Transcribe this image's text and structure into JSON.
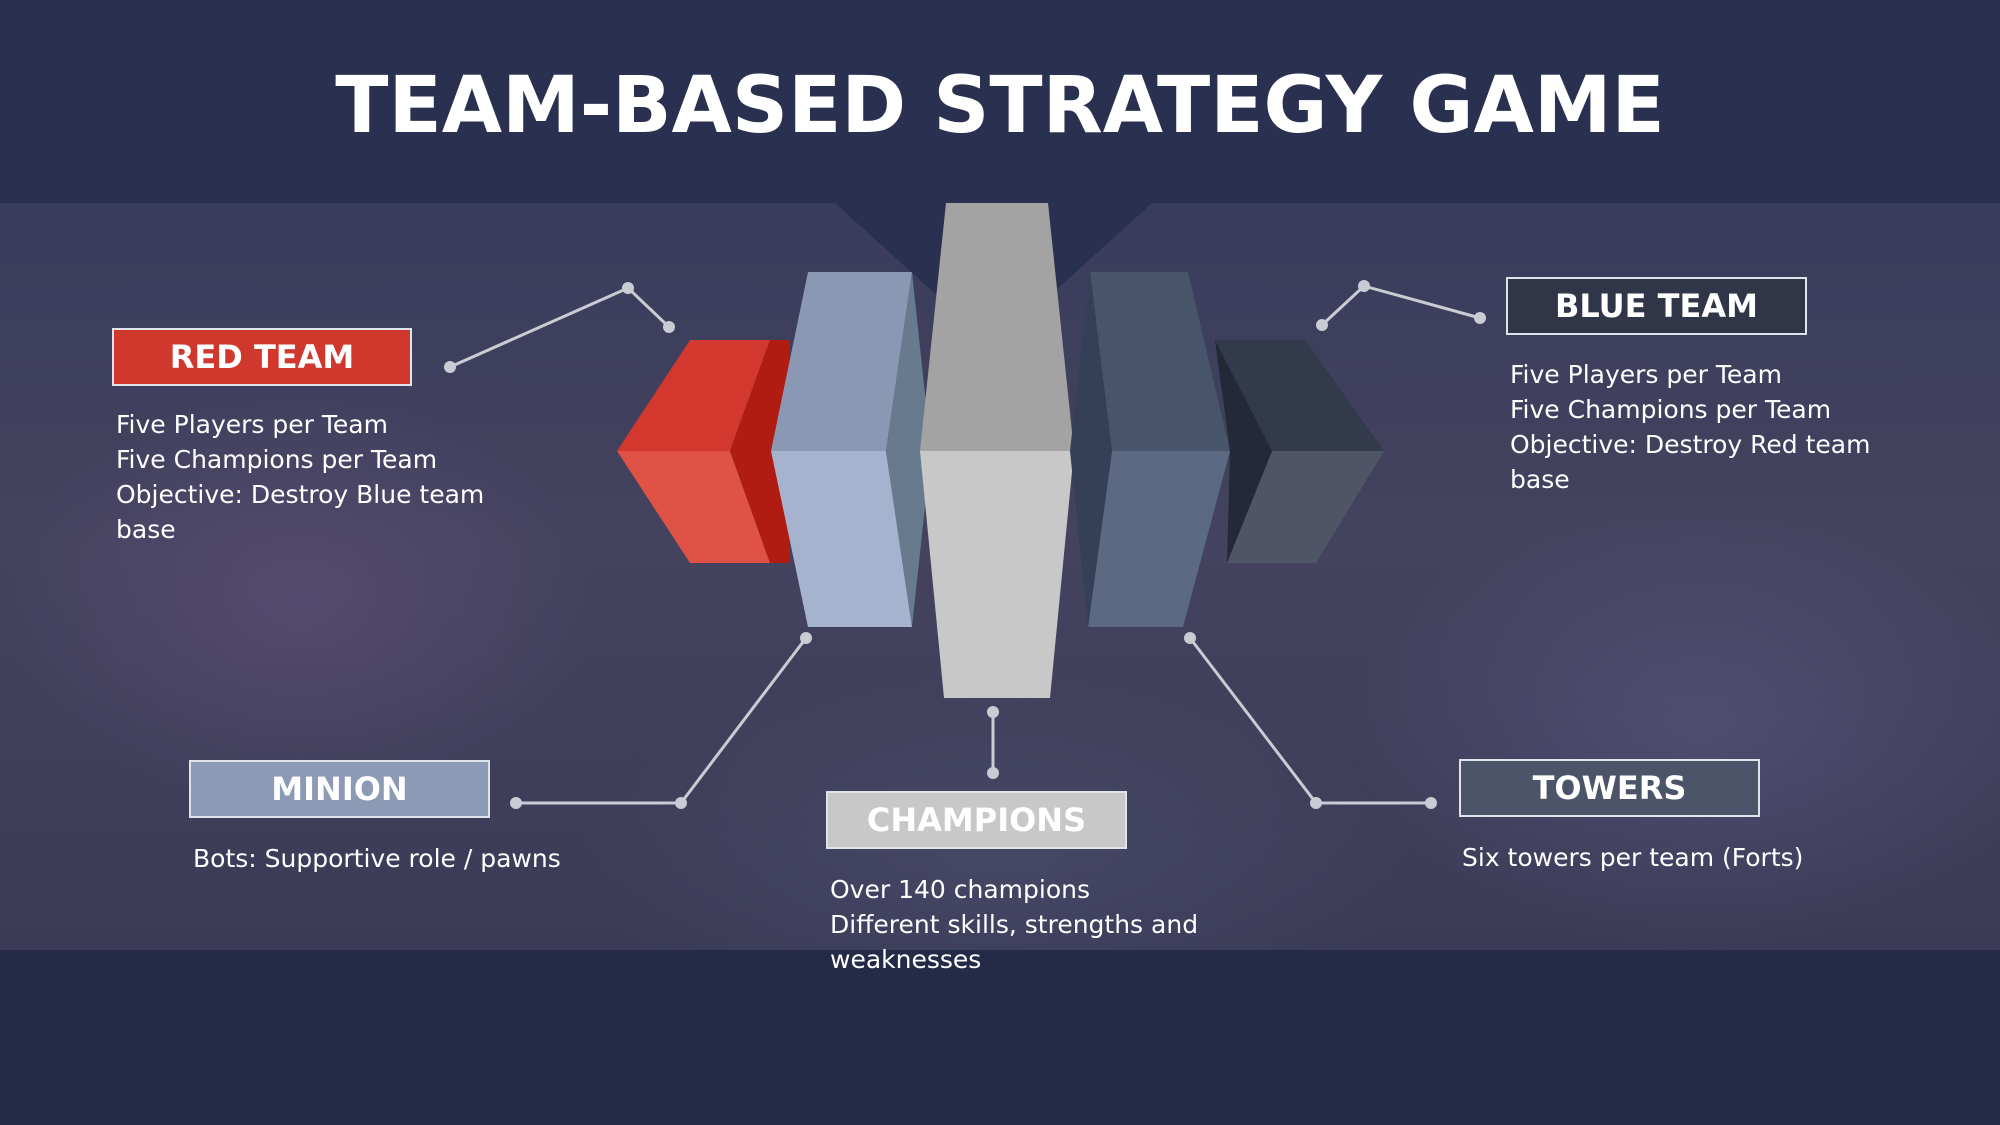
{
  "title": "TEAM-BASED STRATEGY GAME",
  "colors": {
    "background": "#252b47",
    "header": "#2a304f",
    "red": "#d0382d",
    "minion": "#8c9ab6",
    "champions": "#c8c8c8",
    "towers": "#4b5468",
    "blue_team": "#303647"
  },
  "sections": {
    "red_team": {
      "label": "RED TEAM",
      "lines": [
        "Five Players per Team",
        "Five Champions per Team",
        "Objective: Destroy Blue team",
        "base"
      ]
    },
    "blue_team": {
      "label": "BLUE TEAM",
      "lines": [
        "Five Players per Team",
        "Five Champions per Team",
        "Objective: Destroy Red team",
        "base"
      ]
    },
    "minion": {
      "label": "MINION",
      "lines": [
        "Bots: Supportive role / pawns"
      ]
    },
    "champions": {
      "label": "CHAMPIONS",
      "lines": [
        "Over 140 champions",
        "Different skills, strengths and",
        "weaknesses"
      ]
    },
    "towers": {
      "label": "TOWERS",
      "lines": [
        "Six towers per team (Forts)"
      ]
    }
  }
}
